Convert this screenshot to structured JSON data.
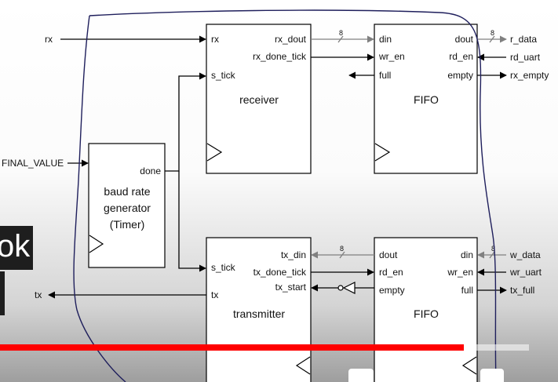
{
  "receiver": {
    "name": "receiver",
    "ports_left": [
      "rx",
      "s_tick"
    ],
    "ports_right": [
      "rx_dout",
      "rx_done_tick"
    ]
  },
  "rx_fifo": {
    "name": "FIFO",
    "ports_left": [
      "din",
      "wr_en",
      "full"
    ],
    "ports_right": [
      "dout",
      "rd_en",
      "empty"
    ]
  },
  "transmitter": {
    "name": "transmitter",
    "ports_left": [
      "s_tick",
      "tx"
    ],
    "ports_right": [
      "tx_din",
      "tx_done_tick",
      "tx_start"
    ]
  },
  "tx_fifo": {
    "name": "FIFO",
    "ports_left": [
      "dout",
      "rd_en",
      "empty"
    ],
    "ports_right": [
      "din",
      "wr_en",
      "full"
    ]
  },
  "baud_gen": {
    "lines": [
      "baud rate",
      "generator",
      "(Timer)"
    ],
    "port": "done"
  },
  "external": {
    "rx": "rx",
    "tx": "tx",
    "final_value": "FINAL_VALUE",
    "r_data": "r_data",
    "rd_uart": "rd_uart",
    "rx_empty": "rx_empty",
    "w_data": "w_data",
    "wr_uart": "wr_uart",
    "tx_full": "tx_full"
  },
  "bus_width": "8",
  "video_overlay": {
    "caption_text": "ok",
    "progress_fraction": 0.877
  },
  "colors": {
    "wire": "#000000",
    "bus_wire": "#808080",
    "annotation": "#1f1f5c",
    "progress": "#ff0000"
  }
}
